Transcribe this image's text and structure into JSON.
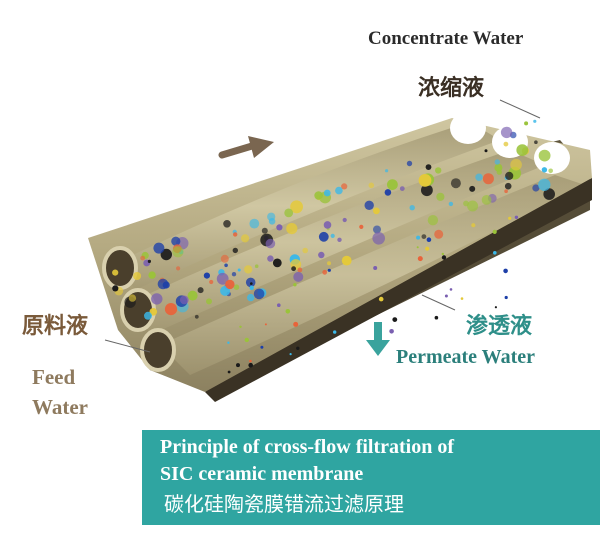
{
  "labels": {
    "concentrate_en": "Concentrate Water",
    "concentrate_cn": "浓缩液",
    "feed_cn": "原料液",
    "feed_en_line1": "Feed",
    "feed_en_line2": "Water",
    "permeate_cn": "渗透液",
    "permeate_en": "Permeate Water"
  },
  "caption": {
    "line1": "Principle of cross-flow filtration of",
    "line2": "SIC ceramic membrane",
    "line3": "碳化硅陶瓷膜错流过滤原理"
  },
  "colors": {
    "caption_band": "#2fa5a1",
    "membrane": "#b8ae86",
    "membrane_shadow": "#5e533c",
    "teal_text": "#2b7f7b",
    "flow_arrow": "#7a6650",
    "permeate_arrow": "#3aa39d",
    "particle_colors": [
      "#1d3fa8",
      "#3bb8e8",
      "#e8633a",
      "#e4c93a",
      "#9ac33a",
      "#1a1a1a",
      "#7a5fb0"
    ]
  },
  "icons": {
    "flow_arrow": "right-arrow-icon",
    "permeate_arrow": "down-arrow-icon"
  }
}
